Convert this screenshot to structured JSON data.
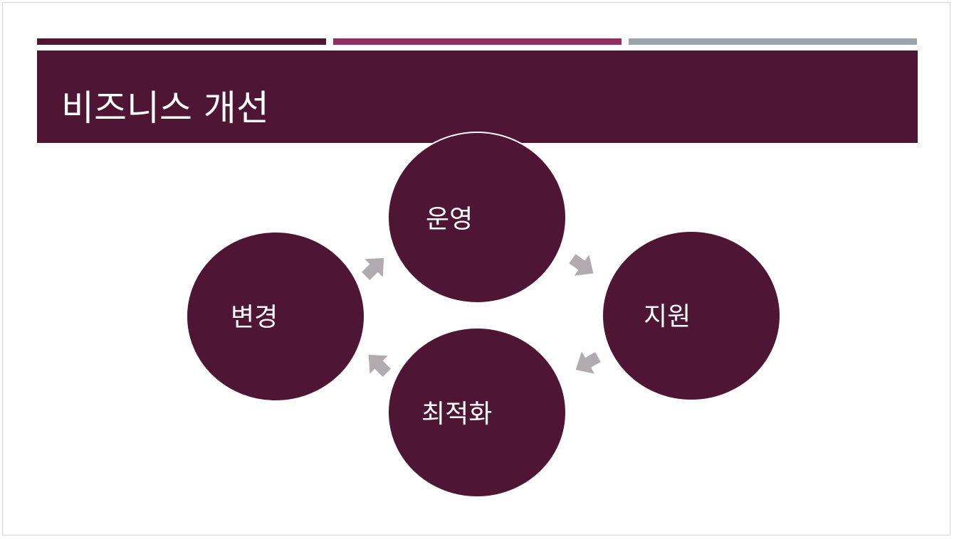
{
  "slide": {
    "title": "비즈니스 개선",
    "accent_bars": [
      "#4e1535",
      "#902f63",
      "#9aa3aa"
    ],
    "title_band_color": "#4e1535"
  },
  "cycle": {
    "node_color": "#4e1535",
    "arrow_color": "#b1abaf",
    "nodes": [
      "운영",
      "지원",
      "최적화",
      "변경"
    ]
  }
}
